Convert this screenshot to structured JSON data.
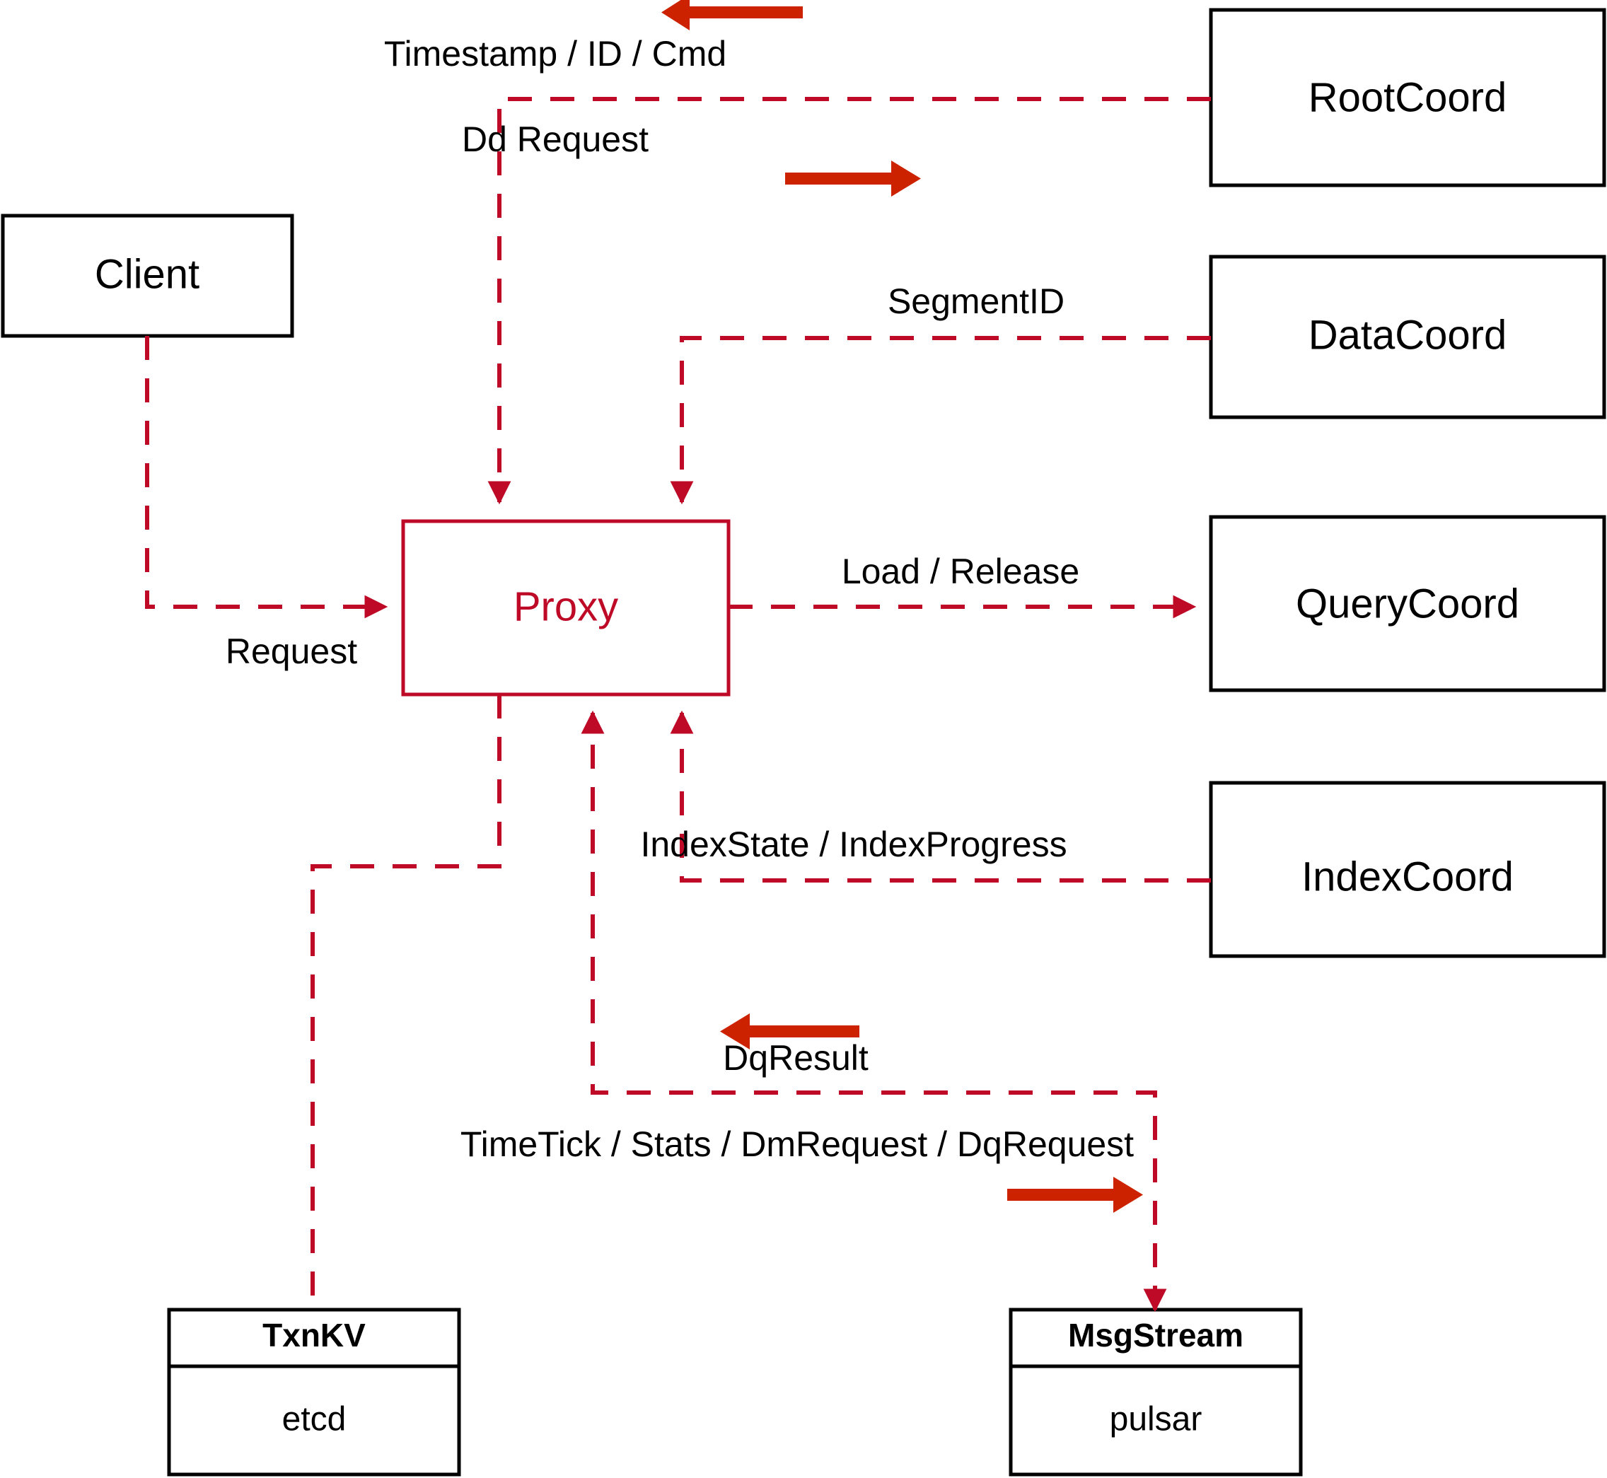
{
  "diagram": {
    "title": "Milvus Proxy Interaction Diagram",
    "type": "architecture-flow",
    "colors": {
      "edge": "#BE0A26",
      "flow_arrow": "#CC2200",
      "node_stroke": "#000000",
      "proxy_stroke": "#BE0A26",
      "background": "#ffffff"
    },
    "nodes": {
      "client": {
        "label": "Client"
      },
      "proxy": {
        "label": "Proxy"
      },
      "root_coord": {
        "label": "RootCoord"
      },
      "data_coord": {
        "label": "DataCoord"
      },
      "query_coord": {
        "label": "QueryCoord"
      },
      "index_coord": {
        "label": "IndexCoord"
      },
      "txn_kv": {
        "header": "TxnKV",
        "body": "etcd"
      },
      "msg_stream": {
        "header": "MsgStream",
        "body": "pulsar"
      }
    },
    "edges": {
      "client_to_proxy": {
        "label": "Request"
      },
      "proxy_to_root_coord": {
        "label": "Dd Request"
      },
      "root_coord_to_proxy": {
        "label": "Timestamp / ID / Cmd"
      },
      "data_coord_to_proxy": {
        "label": "SegmentID"
      },
      "proxy_to_query_coord": {
        "label": "Load / Release"
      },
      "index_coord_to_proxy": {
        "label": "IndexState / IndexProgress"
      },
      "msg_stream_to_proxy": {
        "label": "DqResult"
      },
      "proxy_to_msg_stream": {
        "label": "TimeTick / Stats / DmRequest / DqRequest"
      }
    }
  }
}
